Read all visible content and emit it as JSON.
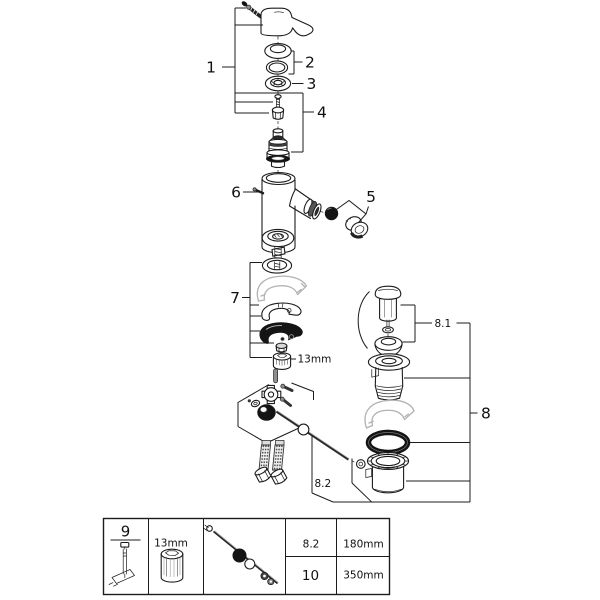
{
  "callouts": {
    "part1": "1",
    "part2": "2",
    "part3": "3",
    "part4": "4",
    "part5": "5",
    "part6": "6",
    "part7": "7",
    "part8": "8",
    "part8_1": "8.1",
    "part8_2": "8.2",
    "socket_size": "13mm"
  },
  "legend": {
    "tool_ref": "9",
    "socket_size": "13mm",
    "rows": [
      {
        "ref": "8.2",
        "length": "180mm"
      },
      {
        "ref": "10",
        "length": "350mm"
      }
    ]
  },
  "colors": {
    "line": "#1c1c1c",
    "ghost_part": "#b2b2b2",
    "rubber_black": "#141414",
    "background": "#ffffff"
  }
}
